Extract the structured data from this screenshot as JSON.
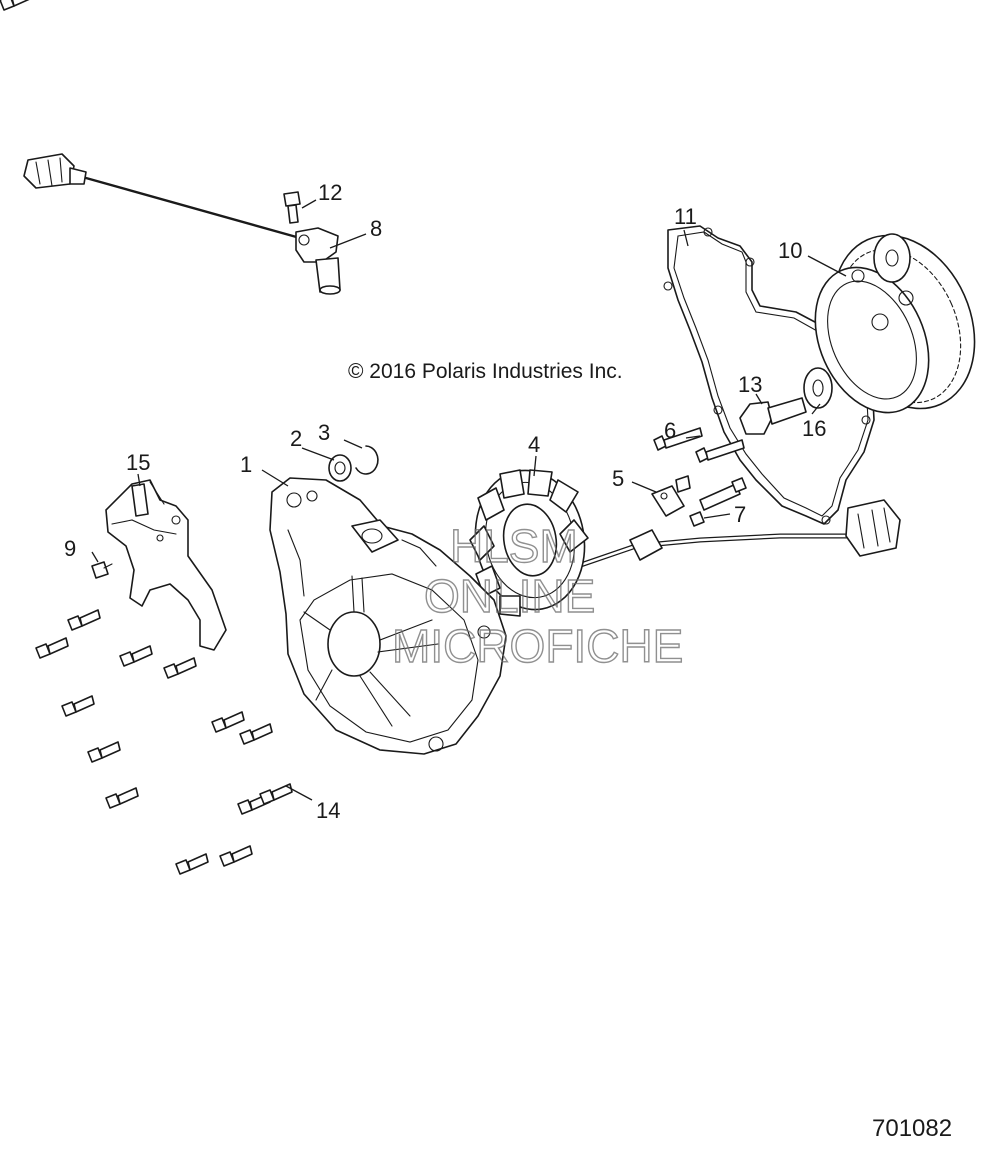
{
  "copyright": "© 2016  Polaris Industries Inc.",
  "document_id": "701082",
  "watermark": [
    "HLSM",
    "ONLINE",
    "MICROFICHE"
  ],
  "callouts": [
    "1",
    "2",
    "3",
    "4",
    "5",
    "6",
    "7",
    "8",
    "9",
    "10",
    "11",
    "12",
    "13",
    "14",
    "15",
    "16"
  ]
}
